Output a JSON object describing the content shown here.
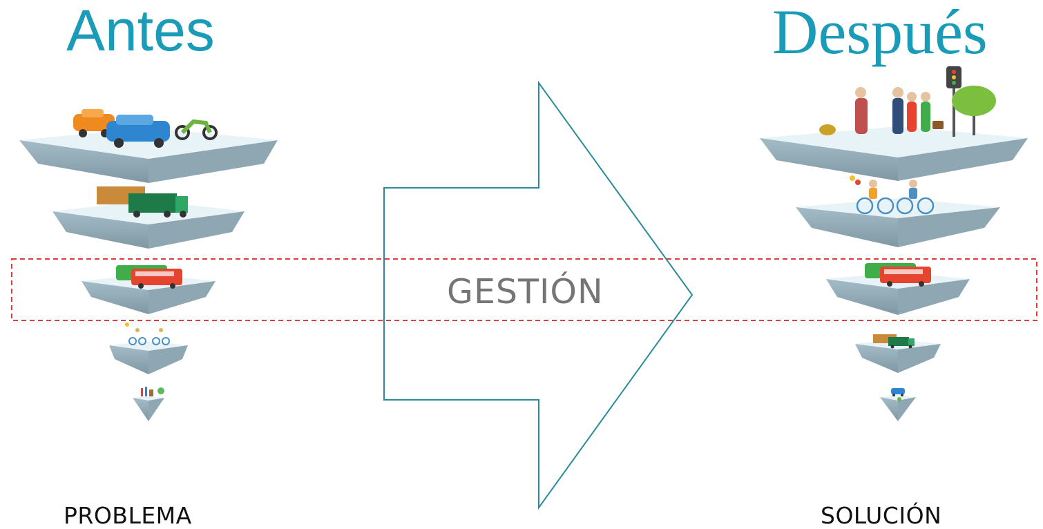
{
  "diagram": {
    "title_left": "Antes",
    "title_right": "Después",
    "center_label": "GESTIÓN",
    "caption_left": "PROBLEMA",
    "caption_right": "SOLUCIÓN"
  },
  "colors": {
    "title": "#1a9bb8",
    "arrow_stroke": "#2a8a9c",
    "highlight_dash": "#e53935",
    "platform_top": "#e6f2f7",
    "platform_side": "#8fa8b4",
    "center_label": "#757575"
  },
  "pyramids": {
    "left": [
      "cars-motorcycle",
      "trucks",
      "buses",
      "bicycles",
      "pedestrians"
    ],
    "right": [
      "pedestrians",
      "bicycles",
      "buses",
      "trucks",
      "car"
    ]
  },
  "icons": {
    "left": [
      "car-icon",
      "truck-icon",
      "bus-icon",
      "bicycle-icon",
      "pedestrian-icon"
    ],
    "right": [
      "pedestrian-icon",
      "bicycle-icon",
      "bus-icon",
      "truck-icon",
      "car-icon",
      "traffic-light-icon",
      "tree-icon"
    ]
  }
}
